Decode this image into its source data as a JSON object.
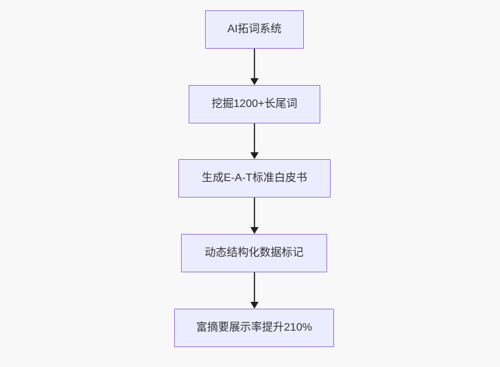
{
  "page": {
    "background_color": "#f8f8f8"
  },
  "flowchart": {
    "type": "flowchart",
    "direction": "top-down",
    "node_style": {
      "fill_color": "#ECECFF",
      "border_color": "#9370DB",
      "text_color": "#333333"
    },
    "arrow_color": "#333333",
    "nodes": [
      {
        "label": "AI拓词系统"
      },
      {
        "label": "挖掘1200+长尾词"
      },
      {
        "label": "生成E-A-T标准白皮书"
      },
      {
        "label": "动态结构化数据标记"
      },
      {
        "label": "富摘要展示率提升210%"
      }
    ],
    "edges": [
      {
        "from": 0,
        "to": 1
      },
      {
        "from": 1,
        "to": 2
      },
      {
        "from": 2,
        "to": 3
      },
      {
        "from": 3,
        "to": 4
      }
    ]
  }
}
